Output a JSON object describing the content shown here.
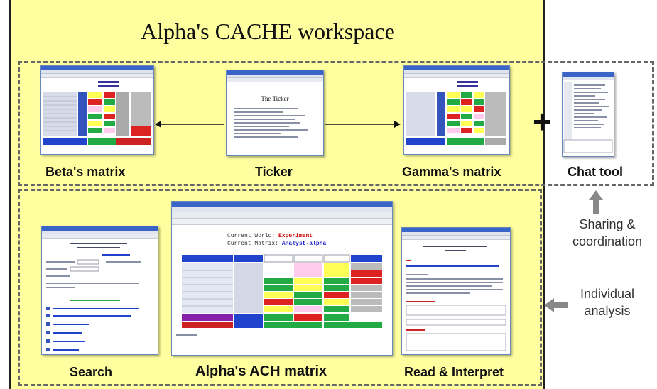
{
  "workspace": {
    "title": "Alpha's CACHE workspace"
  },
  "top_row": {
    "beta_label": "Beta's matrix",
    "ticker_label": "Ticker",
    "ticker_heading": "The Ticker",
    "gamma_label": "Gamma's matrix",
    "plus": "+",
    "chat_label": "Chat tool"
  },
  "bottom_row": {
    "search_label": "Search",
    "ach_label": "Alpha's ACH matrix",
    "read_label": "Read & Interpret",
    "ach_window": {
      "world_caption": "Current World:",
      "world_value": "Experiment",
      "matrix_caption": "Current Matrix:",
      "matrix_value": "Analyst-alpha"
    }
  },
  "side_notes": {
    "sharing_line1": "Sharing &",
    "sharing_line2": "coordination",
    "individual_line1": "Individual",
    "individual_line2": "analysis"
  },
  "colors": {
    "workspace_bg": "#ffffa0",
    "dash": "#666666",
    "arrow_gray": "#888888",
    "window_title": "#3a64c8"
  }
}
